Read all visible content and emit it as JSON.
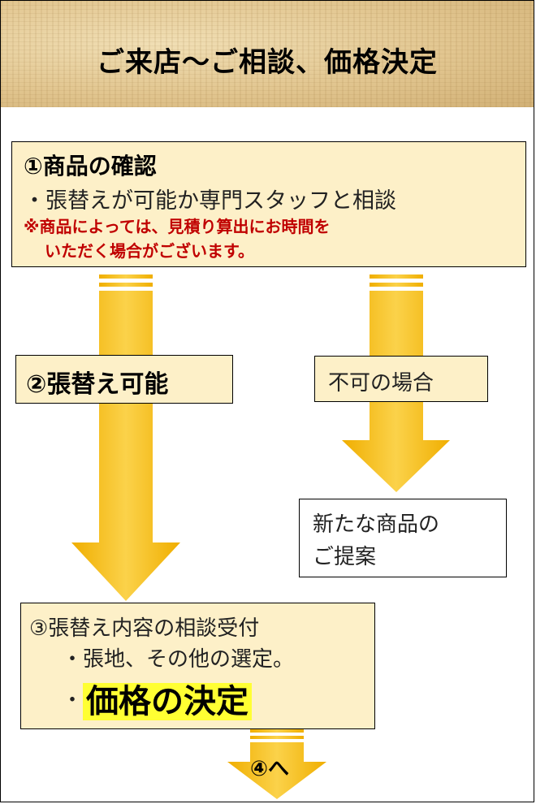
{
  "header": {
    "title": "ご来店～ご相談、価格決定"
  },
  "step1": {
    "title": "①商品の確認",
    "bullet": "・張替えが可能か専門スタッフと相談",
    "note_line1": "※商品によっては、見積り算出にお時間を",
    "note_line2": "いただく場合がございます。",
    "note_color": "#c00000"
  },
  "step2": {
    "label": "②張替え可能"
  },
  "not_possible": {
    "label": "不可の場合"
  },
  "new_proposal": {
    "line1": "新たな商品の",
    "line2": "ご提案"
  },
  "step3": {
    "title": "③張替え内容の相談受付",
    "bullet1": "・張地、その他の選定。",
    "bullet2_dot": "・",
    "bullet2_text": "価格の決定",
    "highlight_color": "#ffff33"
  },
  "next": {
    "label": "④へ"
  },
  "colors": {
    "arrow_main": "#f5b800",
    "arrow_light": "#fbe26a",
    "box_fill": "#fdf0c8"
  }
}
